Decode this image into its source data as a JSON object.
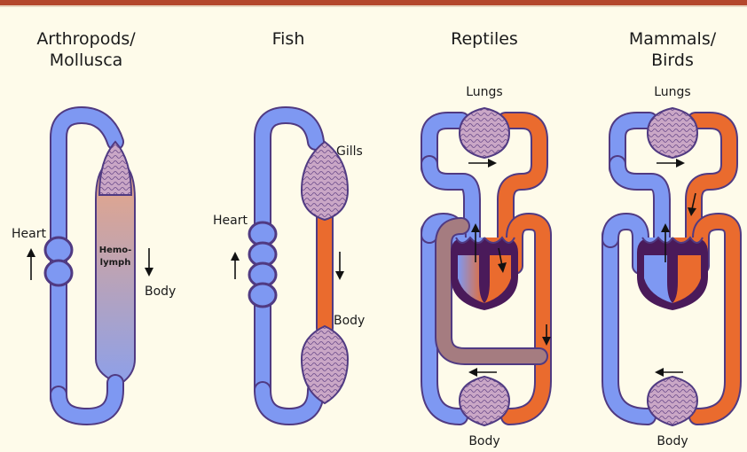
{
  "titles": {
    "arthropods": "Arthropods/",
    "arthropods2": "Mollusca",
    "fish": "Fish",
    "reptiles": "Reptiles",
    "mammals": "Mammals/",
    "mammals2": "Birds"
  },
  "labels": {
    "heart1": "Heart",
    "hemo1": "Hemo-",
    "hemo2": "lymph",
    "body1": "Body",
    "gills": "Gills",
    "heart2": "Heart",
    "body2": "Body",
    "lungs3": "Lungs",
    "body3": "Body",
    "lungs4": "Lungs",
    "body4": "Body"
  },
  "colors": {
    "deoxygenated": "#7e98f2",
    "oxygenated": "#ea6b2e",
    "mixed": "#a57c80",
    "outline": "#503a82",
    "background": "#fefbea"
  }
}
